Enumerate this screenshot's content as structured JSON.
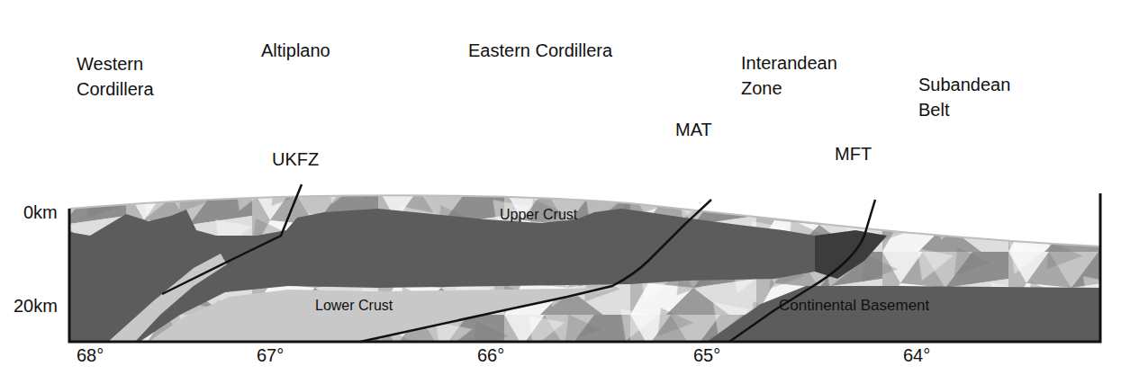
{
  "diagram": {
    "labels": [
      "Western Cordillera",
      "Altiplano",
      "Eastern Cordillera",
      "Interandean Zone",
      "Subandean Belt",
      "UKFZ",
      "MAT",
      "MFT",
      "Upper Crust",
      "Lower Crust",
      "Continental Basement",
      "0km",
      "20km",
      "68°",
      "67°",
      "66°",
      "65°",
      "64°"
    ]
  }
}
